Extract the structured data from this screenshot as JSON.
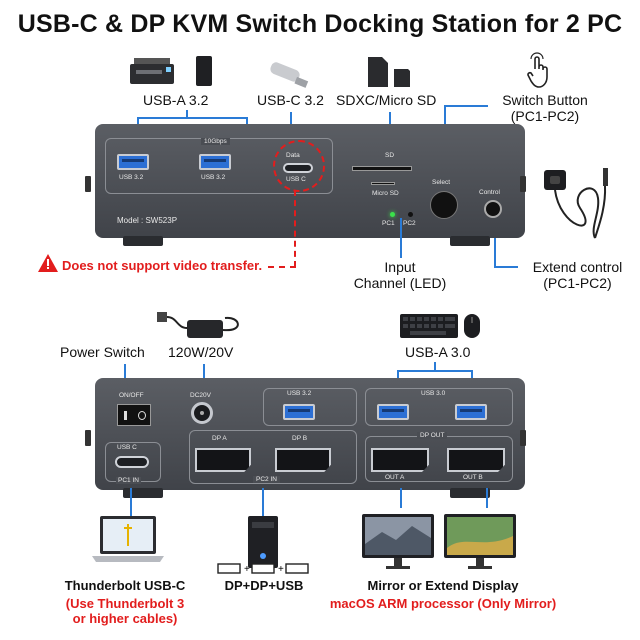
{
  "title": "USB-C & DP KVM Switch Docking Station for 2 PC",
  "front": {
    "labels": {
      "usb_a_32": "USB-A 3.2",
      "usb_c_32": "USB-C 3.2",
      "sd": "SDXC/Micro SD",
      "switch_button_1": "Switch Button",
      "switch_button_2": "(PC1-PC2)",
      "input_channel_1": "Input",
      "input_channel_2": "Channel (LED)",
      "extend_control_1": "Extend control",
      "extend_control_2": "(PC1-PC2)",
      "warning": "Does not support video transfer."
    },
    "device": {
      "speed": "10Gbps",
      "port1": "USB 3.2",
      "port2": "USB 3.2",
      "data": "Data",
      "usbc": "USB C",
      "sd": "SD",
      "microsd": "Micro SD",
      "select": "Select",
      "control": "Control",
      "pc1": "PC1",
      "pc2": "PC2",
      "model": "Model : SW523P"
    }
  },
  "back": {
    "labels": {
      "power_switch": "Power Switch",
      "power": "120W/20V",
      "usb_a_30": "USB-A 3.0",
      "thunderbolt": "Thunderbolt USB-C",
      "thunderbolt_note_1": "(Use Thunderbolt 3",
      "thunderbolt_note_2": "or higher cables)",
      "dp_usb": "DP+DP+USB",
      "mirror": "Mirror or Extend Display",
      "macos": "macOS ARM processor (Only Mirror)"
    },
    "device": {
      "onoff": "ON/OFF",
      "dc": "DC20V",
      "usb32": "USB 3.2",
      "usb30": "USB 3.0",
      "usbc": "USB C",
      "pc1in": "PC1 IN",
      "dpa": "DP A",
      "dpb": "DP B",
      "pc2in": "PC2 IN",
      "dpout": "DP OUT",
      "outa": "OUT A",
      "outb": "OUT B"
    }
  },
  "colors": {
    "accent_blue": "#2a7bd6",
    "warning_red": "#e21d1d",
    "device_gray": "#4b4e54"
  },
  "icons": [
    "printer-icon",
    "usb-stick-icon",
    "sd-card-icon",
    "hand-pointer-icon",
    "control-cable-icon",
    "warning-icon",
    "power-adapter-icon",
    "keyboard-icon",
    "mouse-icon",
    "laptop-icon",
    "pc-tower-icon",
    "monitor-icon"
  ]
}
